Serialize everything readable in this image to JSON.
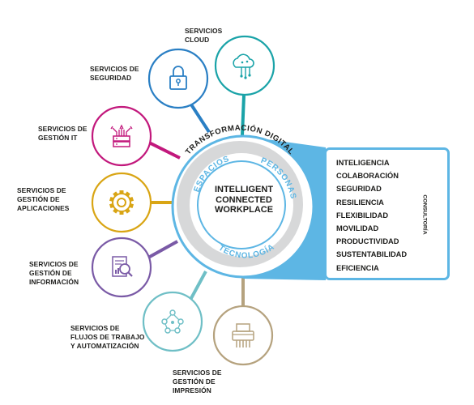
{
  "hub": {
    "center_lines": [
      "INTELLIGENT",
      "CONNECTED",
      "WORKPLACE"
    ],
    "outer_ring_label": "TRANSFORMACIÓN DIGITAL",
    "inner_labels": {
      "left": "ESPACIOS",
      "right": "PERSONAS",
      "bottom": "TECNOLOGÍA"
    }
  },
  "services": [
    {
      "label": "SERVICIOS\nCLOUD",
      "icon": "cloud-network-icon",
      "color": "#1aa3a8"
    },
    {
      "label": "SERVICIOS DE\nSEGURIDAD",
      "icon": "padlock-icon",
      "color": "#2a7fc4"
    },
    {
      "label": "SERVICIOS DE\nGESTIÓN IT",
      "icon": "server-network-icon",
      "color": "#c2187c"
    },
    {
      "label": "SERVICIOS DE\nGESTIÓN DE\nAPLICACIONES",
      "icon": "gear-icon",
      "color": "#d9a514"
    },
    {
      "label": "SERVICIOS DE\nGESTIÓN DE\nINFORMACIÓN",
      "icon": "document-search-icon",
      "color": "#7a5aa6"
    },
    {
      "label": "SERVICIOS DE\nFLUJOS DE TRABAJO\nY AUTOMATIZACIÓN",
      "icon": "workflow-icon",
      "color": "#6fbfc6"
    },
    {
      "label": "SERVICIOS DE\nGESTIÓN DE\nIMPRESIÓN",
      "icon": "printer-icon",
      "color": "#b5a27e"
    }
  ],
  "consultoria": {
    "side_label": "CONSULTORÍA",
    "attributes": [
      "INTELIGENCIA",
      "COLABORACIÓN",
      "SEGURIDAD",
      "RESILIENCIA",
      "FLEXIBILIDAD",
      "MOVILIDAD",
      "PRODUCTIVIDAD",
      "SUSTENTABILIDAD",
      "EFICIENCIA"
    ]
  },
  "colors": {
    "accent_blue": "#5db6e4",
    "ring_gray": "#d7d8d9",
    "text": "#1d1d1b"
  }
}
